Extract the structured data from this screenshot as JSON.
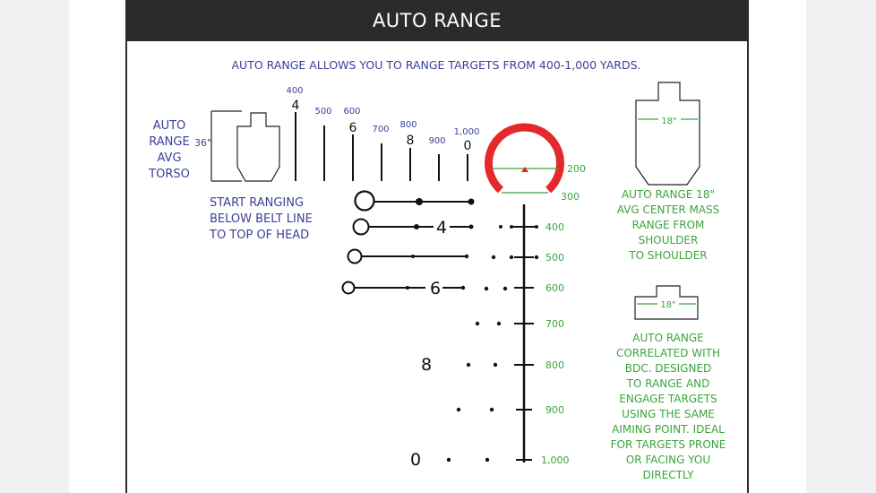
{
  "header": {
    "title": "AUTO RANGE"
  },
  "intro": "AUTO RANGE ALLOWS YOU TO RANGE TARGETS FROM 400-1,000 YARDS.",
  "torso": {
    "label_lines": [
      "AUTO",
      "RANGE",
      "AVG",
      "TORSO"
    ],
    "height_label": "36\""
  },
  "ranging_instructions": [
    "START RANGING",
    "BELOW BELT LINE",
    "TO TOP OF HEAD"
  ],
  "scale": {
    "marks": [
      {
        "yards": "400",
        "digit": "4"
      },
      {
        "yards": "500",
        "digit": ""
      },
      {
        "yards": "600",
        "digit": "6"
      },
      {
        "yards": "700",
        "digit": ""
      },
      {
        "yards": "800",
        "digit": "8"
      },
      {
        "yards": "900",
        "digit": ""
      },
      {
        "yards": "1,000",
        "digit": "0"
      }
    ]
  },
  "reticle": {
    "horseshoe_color": "#e4282b",
    "chevron_color": "#e4282b",
    "range_labels": [
      "200",
      "300",
      "400",
      "500",
      "600",
      "700",
      "800",
      "900",
      "1,000"
    ],
    "line_numerals": [
      "4",
      "6"
    ],
    "side_numerals": [
      "8",
      "0"
    ]
  },
  "center_mass": {
    "width_label": "18\"",
    "description_lines": [
      "AUTO RANGE 18\"",
      "AVG CENTER MASS",
      "RANGE FROM",
      "SHOULDER",
      "TO SHOULDER"
    ]
  },
  "prone": {
    "width_label": "18\"",
    "description_lines": [
      "AUTO RANGE",
      "CORRELATED WITH",
      "BDC. DESIGNED",
      "TO RANGE AND",
      "ENGAGE TARGETS",
      "USING THE SAME",
      "AIMING POINT. IDEAL",
      "FOR TARGETS PRONE",
      "OR FACING YOU",
      "DIRECTLY"
    ]
  },
  "colors": {
    "header_bg": "#2d2b29",
    "blue_text": "#3b3f9a",
    "green_text": "#3aa53d",
    "reticle_red": "#e4282b"
  }
}
